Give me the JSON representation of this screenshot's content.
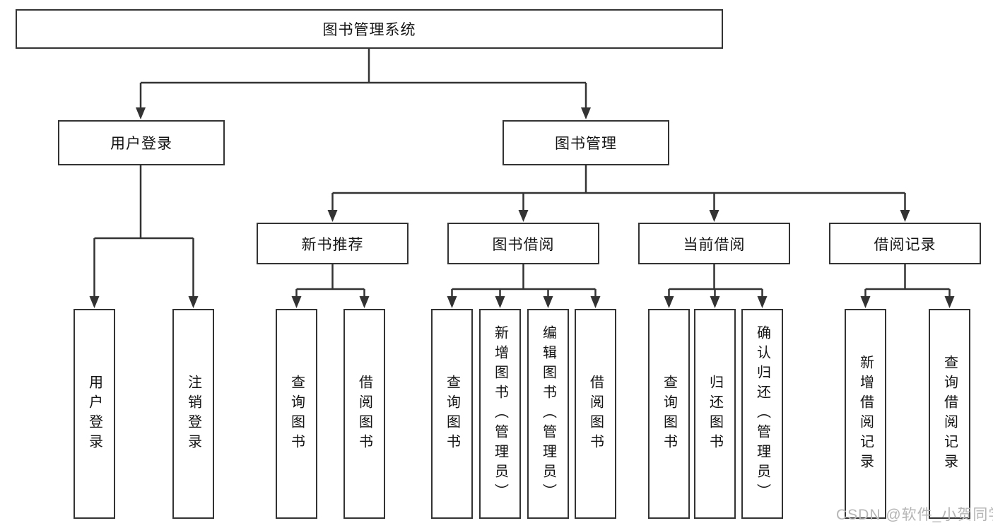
{
  "tree": {
    "root": "图书管理系统",
    "level2": [
      {
        "label": "用户登录",
        "children": [
          "用户登录",
          "注销登录"
        ]
      },
      {
        "label": "图书管理",
        "children": [
          {
            "label": "新书推荐",
            "children": [
              "查询图书",
              "借阅图书"
            ]
          },
          {
            "label": "图书借阅",
            "children": [
              "查询图书",
              "新增图书（管理员）",
              "编辑图书（管理员）",
              "借阅图书"
            ]
          },
          {
            "label": "当前借阅",
            "children": [
              "查询图书",
              "归还图书",
              "确认归还（管理员）"
            ]
          },
          {
            "label": "借阅记录",
            "children": [
              "新增借阅记录",
              "查询借阅记录"
            ]
          }
        ]
      }
    ]
  },
  "watermark": {
    "text": "CSDN @软件_小贺同学"
  },
  "style": {
    "line_color": "#333333",
    "box_border": "#333333",
    "box_bg": "#ffffff",
    "text_color": "#141414",
    "watermark_color": "#b5b5b5"
  }
}
